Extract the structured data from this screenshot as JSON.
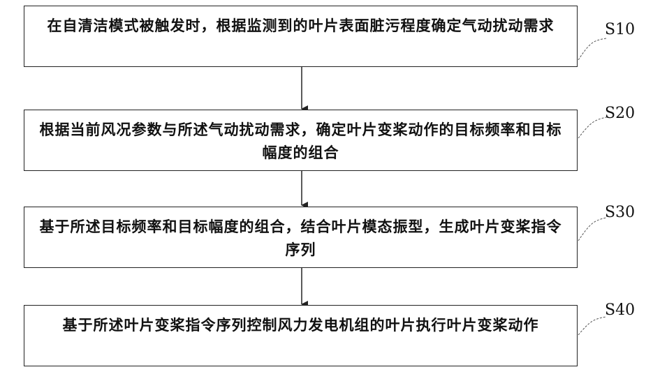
{
  "steps": [
    {
      "id": "S10",
      "text": "在自清洁模式被触发时，根据监测到的叶片表面脏污程度确定气动扰动需求"
    },
    {
      "id": "S20",
      "text": "根据当前风况参数与所述气动扰动需求，确定叶片变桨动作的目标频率和目标幅度的组合"
    },
    {
      "id": "S30",
      "text": "基于所述目标频率和目标幅度的组合，结合叶片模态振型，生成叶片变桨指令序列"
    },
    {
      "id": "S40",
      "text": "基于所述叶片变桨指令序列控制风力发电机组的叶片执行叶片变桨动作"
    }
  ]
}
